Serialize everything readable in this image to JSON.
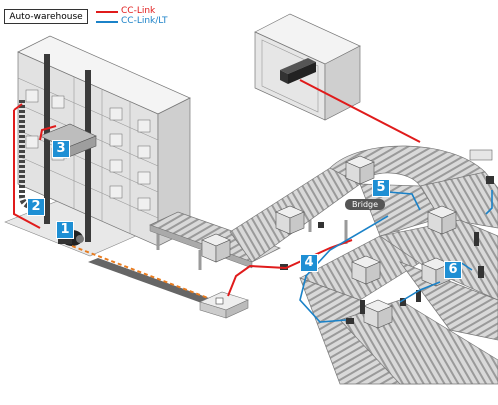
{
  "title": "Auto-warehouse",
  "legend": [
    {
      "label": "CC-Link",
      "color": "#e01b1b"
    },
    {
      "label": "CC-Link/LT",
      "color": "#1b82c8"
    }
  ],
  "bridge_label": "Bridge",
  "badges": [
    "1",
    "2",
    "3",
    "4",
    "5",
    "6"
  ],
  "colors": {
    "badge": "#1e8fd4",
    "cc_link": "#e01b1b",
    "cc_link_lt": "#1b82c8",
    "dashed_link": "#e87b1e"
  }
}
